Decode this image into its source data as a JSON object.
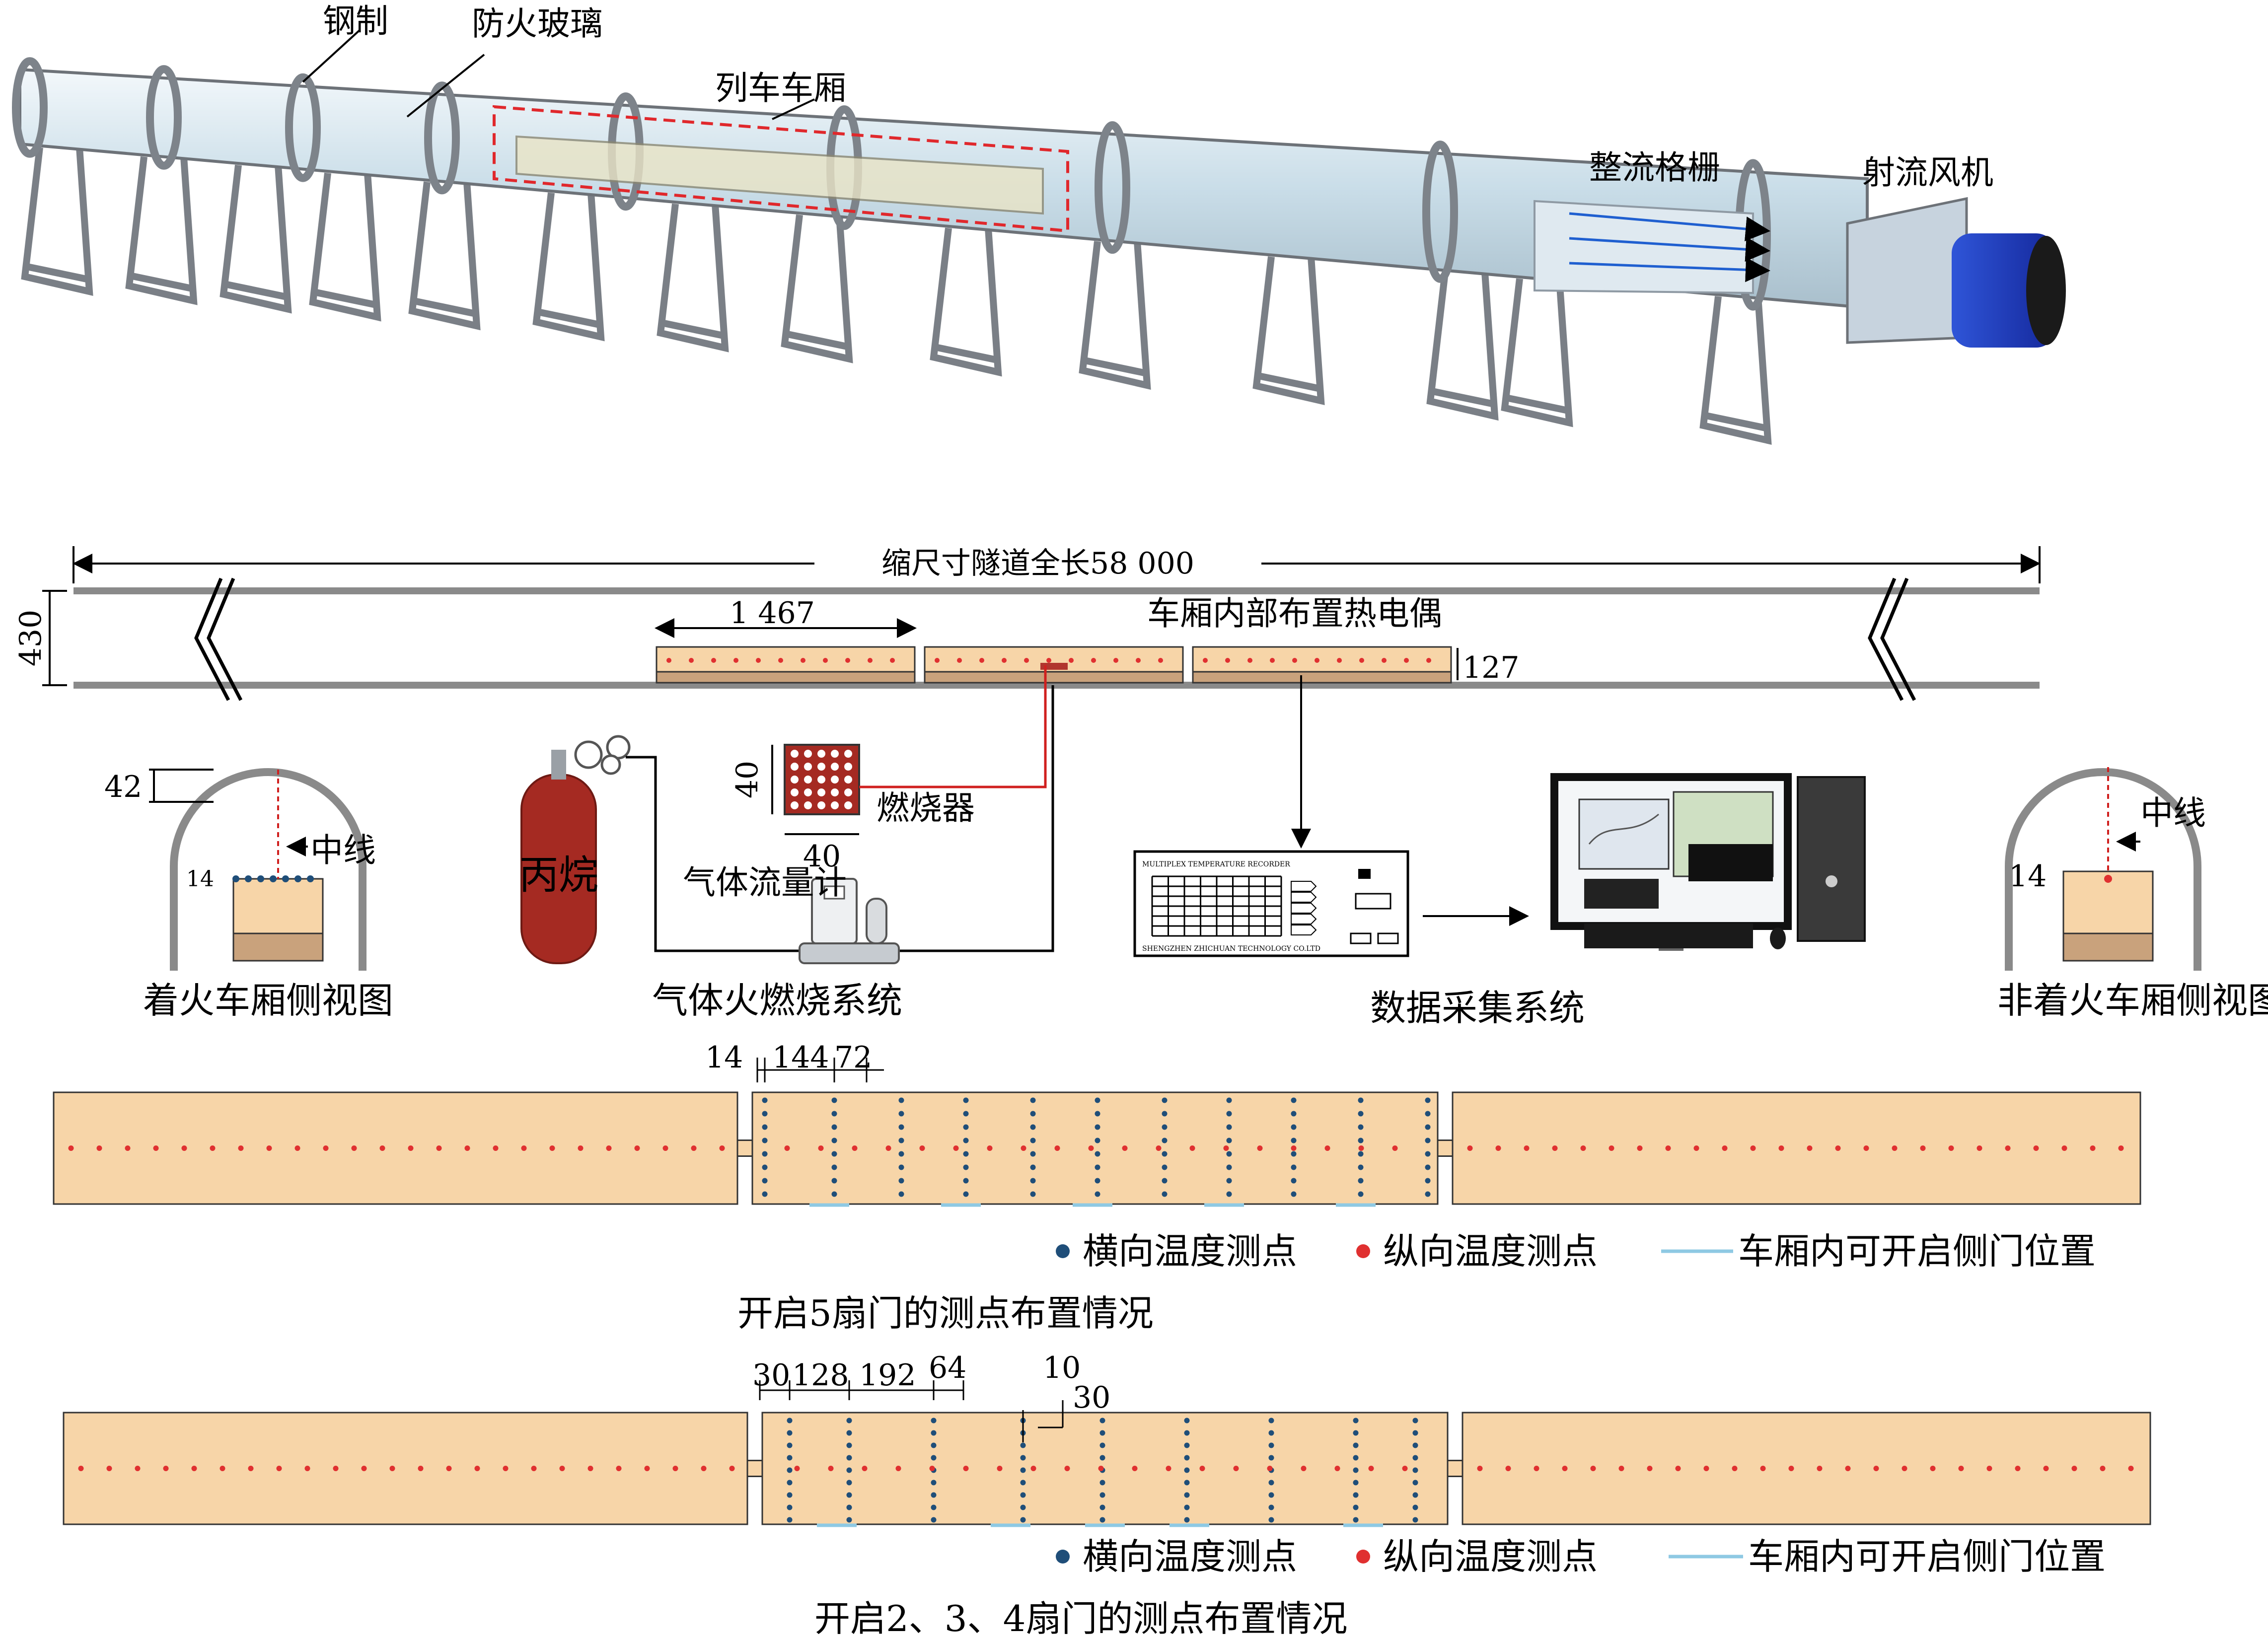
{
  "model_labels": {
    "steel": "钢制",
    "fire_glass": "防火玻璃",
    "train_car": "列车车厢",
    "flow_grid": "整流格栅",
    "jet_fan": "射流风机"
  },
  "tunnel_plan": {
    "total_length_label": "缩尺寸隧道全长58 000",
    "height_label": "430",
    "car_length_label": "1 467",
    "car_height_label": "127",
    "thermocouple_label": "车厢内部布置热电偶"
  },
  "gas_system": {
    "propane": "丙烷",
    "flowmeter": "气体流量计",
    "burner": "燃烧器",
    "burner_w": "40",
    "burner_h": "40",
    "title": "气体火燃烧系统"
  },
  "data_system": {
    "title": "数据采集系统",
    "device_line1": "MULTIPLEX TEMPERATURE RECORDER",
    "device_line2": "SHENGZHEN ZHICHUAN TECHNOLOGY CO.LTD"
  },
  "side_views": {
    "fire_title": "着火车厢侧视图",
    "nonfire_title": "非着火车厢侧视图",
    "centerline": "中线",
    "dim_42": "42",
    "dim_14": "14"
  },
  "layout_5door": {
    "dims": [
      "14",
      "144",
      "72"
    ],
    "caption": "开启5扇门的测点布置情况"
  },
  "layout_234door": {
    "dims": [
      "30",
      "128",
      "192",
      "64",
      "10",
      "30"
    ],
    "caption": "开启2、3、4扇门的测点布置情况"
  },
  "legend": {
    "transverse": "横向温度测点",
    "longitudinal": "纵向温度测点",
    "door": "车厢内可开启侧门位置"
  },
  "colors": {
    "car_fill": "#f7d5a8",
    "car_floor": "#c9a27c",
    "blue_dot": "#1f4e79",
    "red_dot": "#e03030",
    "door_line": "#8ec9e3",
    "tunnel_gray": "#8a8a8a",
    "propane_red": "#a52a22",
    "fan_blue": "#1d3fbf"
  }
}
